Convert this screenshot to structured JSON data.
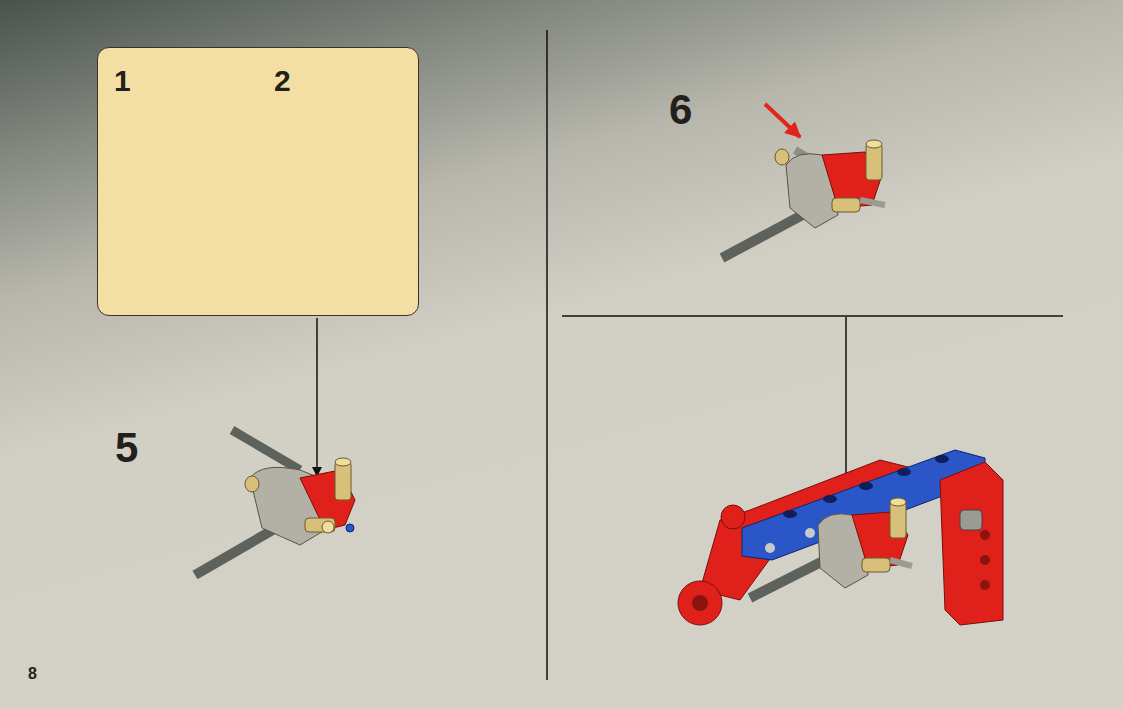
{
  "diagram": {
    "nodes": [
      {
        "text": [
          "1",
          "2"
        ]
      }
    ],
    "edges": [],
    "labels": [
      "5",
      "6",
      "8"
    ]
  }
}
